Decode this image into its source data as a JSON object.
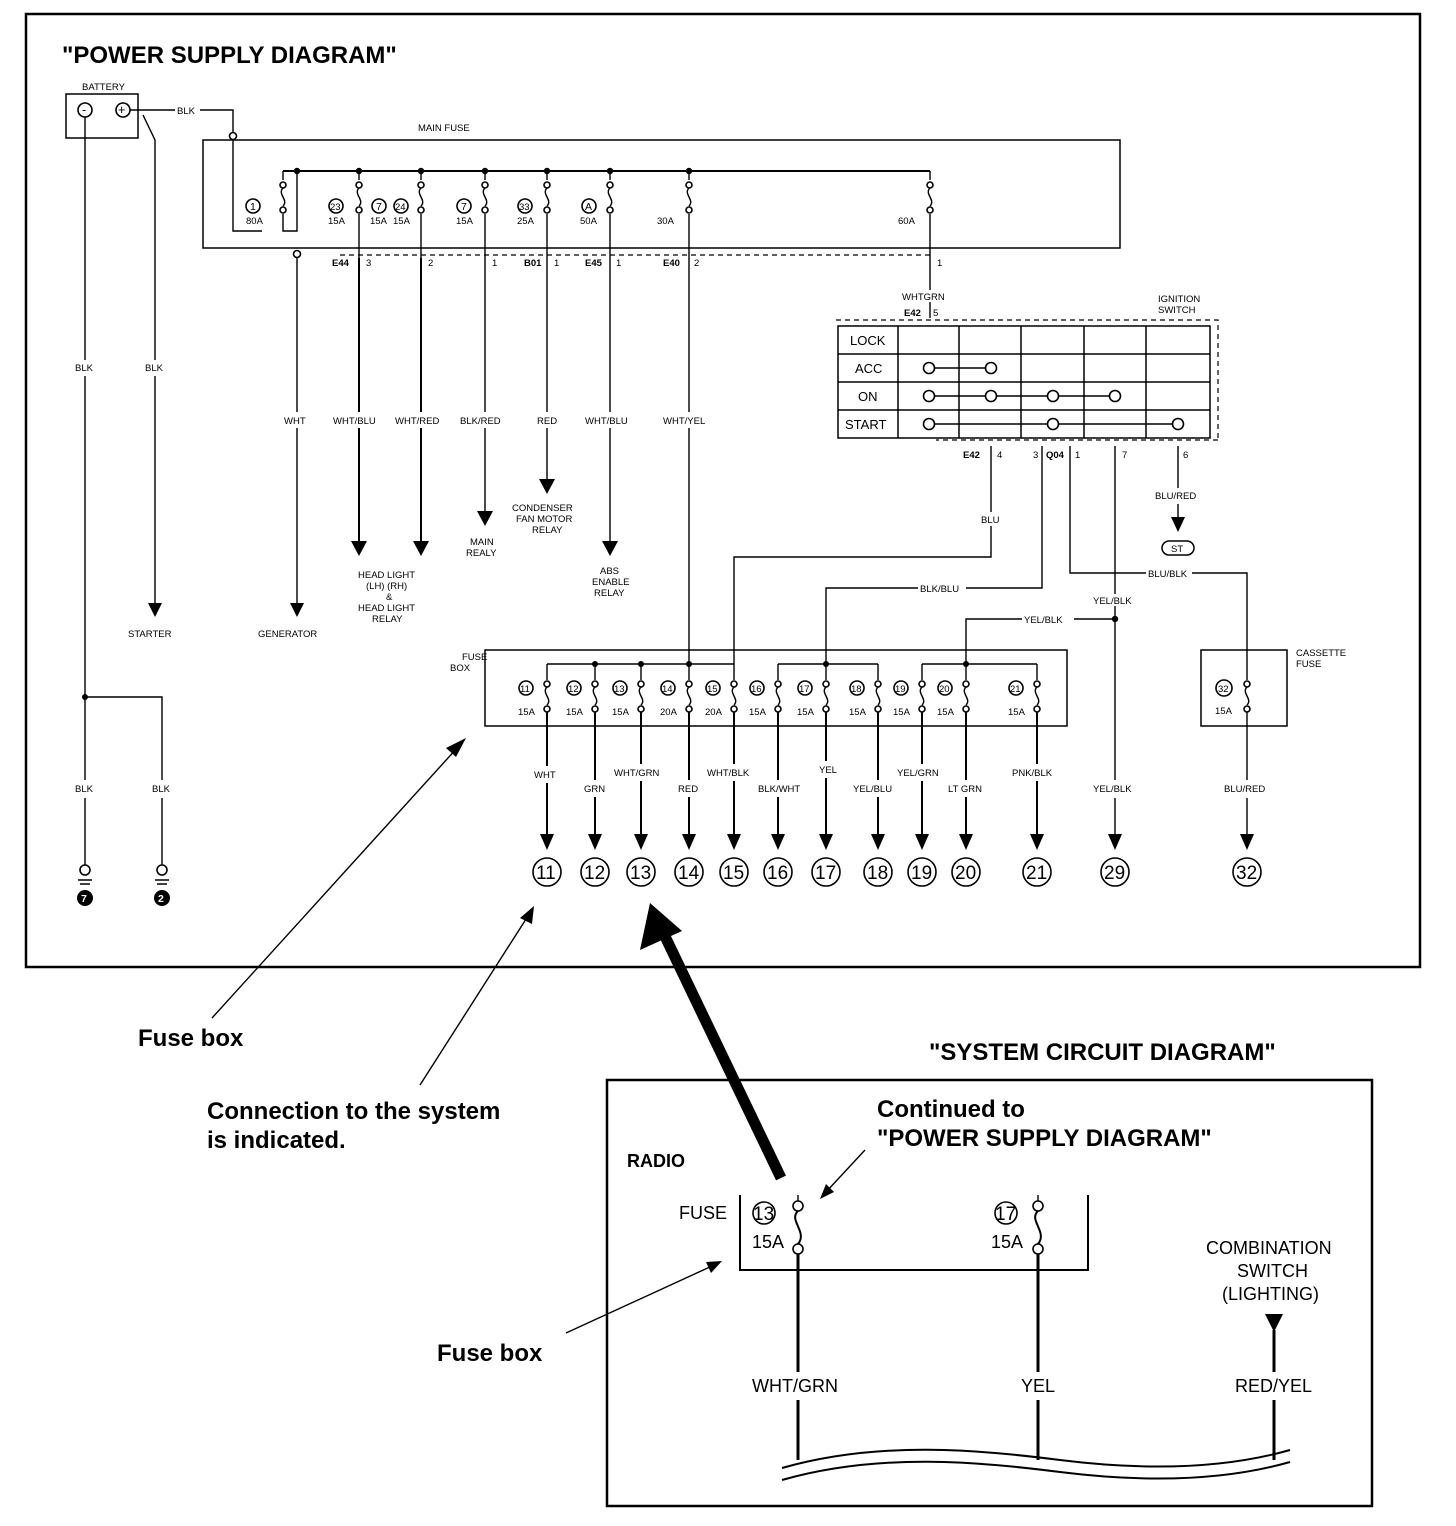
{
  "power_supply": {
    "title": "\"POWER SUPPLY DIAGRAM\"",
    "battery_label": "BATTERY",
    "battery_neg": "-",
    "battery_pos": "+",
    "main_fuse_label": "MAIN FUSE",
    "main_fuses": [
      {
        "num": "1",
        "amp": "80A"
      },
      {
        "num": "23",
        "amp": "15A"
      },
      {
        "num": "7",
        "amp": "15A"
      },
      {
        "num": "24",
        "amp": "15A"
      },
      {
        "num": "7",
        "amp": "15A"
      },
      {
        "num": "33",
        "amp": "25A"
      },
      {
        "num": "A",
        "amp": "50A"
      },
      {
        "num": "",
        "amp": "30A"
      },
      {
        "num": "",
        "amp": "60A"
      }
    ],
    "connectors": [
      {
        "id": "E44",
        "pin": "3"
      },
      {
        "id": "",
        "pin": "2"
      },
      {
        "id": "",
        "pin": "1"
      },
      {
        "id": "B01",
        "pin": "1"
      },
      {
        "id": "E45",
        "pin": "1"
      },
      {
        "id": "E40",
        "pin": "2"
      },
      {
        "id": "",
        "pin": "1"
      }
    ],
    "wire_colors": {
      "battery_wire": "BLK",
      "batt_neg_wire": "BLK",
      "batt_pos_wire": "BLK",
      "generator_wire": "WHT",
      "headlight_wire1": "WHT/BLU",
      "headlight_wire2": "WHT/RED",
      "main_relay_wire": "BLK/RED",
      "condenser_wire": "RED",
      "abs_wire": "WHT/BLU",
      "fusebox_feed_wire": "WHT/YEL",
      "ignition_feed_wire": "WHTGRN",
      "ground_left": "BLK",
      "ground_right": "BLK",
      "ign_blu": "BLU",
      "ign_blkblu": "BLK/BLU",
      "ign_yelblk": "YEL/BLK",
      "ign_yelblk2": "YEL/BLK",
      "ign_blublk": "BLU/BLK",
      "ign_blured": "BLU/RED"
    },
    "loads": {
      "starter": "STARTER",
      "generator": "GENERATOR",
      "headlight": [
        "HEAD LIGHT",
        "(LH) (RH)",
        "&",
        "HEAD LIGHT",
        "RELAY"
      ],
      "main_relay": [
        "MAIN",
        "REALY"
      ],
      "condenser": [
        "CONDENSER",
        "FAN MOTOR",
        "RELAY"
      ],
      "abs": [
        "ABS",
        "ENABLE",
        "RELAY"
      ],
      "st_terminal": "ST"
    },
    "grounds": [
      "7",
      "2"
    ],
    "ignition_switch": {
      "label": [
        "IGNITION",
        "SWITCH"
      ],
      "connector_top": "E42",
      "connector_top_pin": "5",
      "positions": [
        "LOCK",
        "ACC",
        "ON",
        "START"
      ],
      "bottom_connector_left": "E42",
      "bottom_pin_left": "4",
      "bottom_pin_mid": "3",
      "bottom_connector_mid": "Q04",
      "bottom_pin_mid2": "1",
      "bottom_pin_7": "7",
      "bottom_pin_6": "6"
    },
    "fuse_box": {
      "label": [
        "FUSE",
        "BOX"
      ],
      "fuses": [
        {
          "num": "11",
          "amp": "15A",
          "wire": "WHT"
        },
        {
          "num": "12",
          "amp": "15A",
          "wire": "GRN"
        },
        {
          "num": "13",
          "amp": "15A",
          "wire": "WHT/GRN"
        },
        {
          "num": "14",
          "amp": "20A",
          "wire": "RED"
        },
        {
          "num": "15",
          "amp": "20A",
          "wire": "WHT/BLK"
        },
        {
          "num": "16",
          "amp": "15A",
          "wire": "BLK/WHT"
        },
        {
          "num": "17",
          "amp": "15A",
          "wire": "YEL"
        },
        {
          "num": "18",
          "amp": "15A",
          "wire": "YEL/BLU"
        },
        {
          "num": "19",
          "amp": "15A",
          "wire": "YEL/GRN"
        },
        {
          "num": "20",
          "amp": "15A",
          "wire": "LT GRN"
        },
        {
          "num": "21",
          "amp": "15A",
          "wire": "PNK/BLK"
        }
      ]
    },
    "cassette_fuse": {
      "label": [
        "CASSETTE",
        "FUSE"
      ],
      "num": "32",
      "amp": "15A",
      "wire": "BLU/RED"
    },
    "extra_output": {
      "num": "29",
      "wire": "YEL/BLK"
    },
    "outputs": [
      "11",
      "12",
      "13",
      "14",
      "15",
      "16",
      "17",
      "18",
      "19",
      "20",
      "21",
      "29",
      "32"
    ]
  },
  "annotations": {
    "fuse_box_1": "Fuse box",
    "connection": [
      "Connection to the system",
      "is indicated."
    ],
    "fuse_box_2": "Fuse box",
    "continued": [
      "Continued to",
      "\"POWER SUPPLY DIAGRAM\""
    ]
  },
  "system_circuit": {
    "title": "\"SYSTEM CIRCUIT DIAGRAM\"",
    "radio_label": "RADIO",
    "fuse_label": "FUSE",
    "fuse_a": {
      "num": "13",
      "amp": "15A",
      "wire": "WHT/GRN"
    },
    "fuse_b": {
      "num": "17",
      "amp": "15A",
      "wire": "YEL"
    },
    "combination": [
      "COMBINATION",
      "SWITCH",
      "(LIGHTING)"
    ],
    "combination_wire": "RED/YEL"
  }
}
